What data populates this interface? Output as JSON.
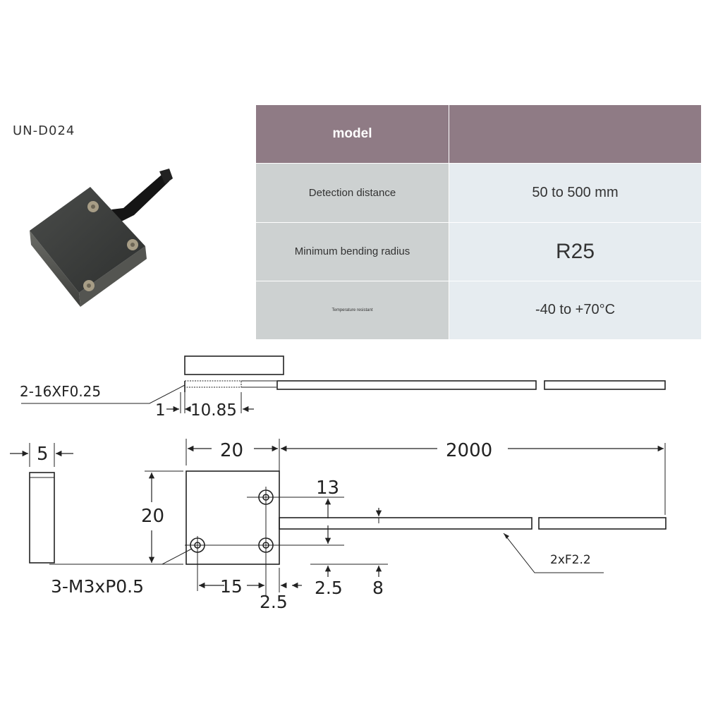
{
  "header": {
    "model_code": "UN-D024"
  },
  "spec_table": {
    "header_label": "model",
    "header_value": "",
    "rows": [
      {
        "label": "Detection distance",
        "value": "50 to 500 mm"
      },
      {
        "label": "Minimum bending radius",
        "value": "R25"
      },
      {
        "label": "Temperature resistant",
        "value": "-40 to +70°C"
      }
    ]
  },
  "drawing": {
    "fiber_spec": "2-16XF0.25",
    "dim_1": "1",
    "dim_10_85": "10.85",
    "dim_5": "5",
    "dim_width": "20",
    "dim_length": "2000",
    "dim_height": "20",
    "dim_13": "13",
    "dim_15": "15",
    "dim_2_5_a": "2.5",
    "dim_2_5_b": "2.5",
    "dim_8": "8",
    "screw_spec": "3-M3xP0.5",
    "cable_spec": "2xF2.2"
  },
  "colors": {
    "header_bg": "#8f7b85",
    "label_bg": "#cdd1d1",
    "value_bg": "#e6ecf0"
  }
}
